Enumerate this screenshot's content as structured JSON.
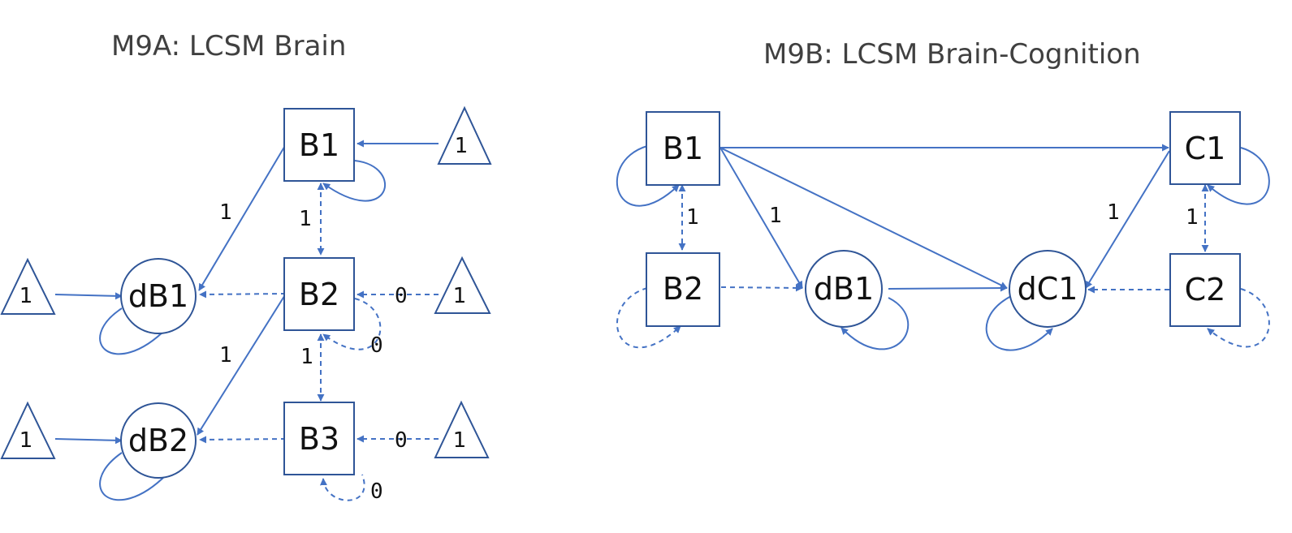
{
  "titles": {
    "left": "M9A: LCSM Brain",
    "right": "M9B: LCSM Brain-Cognition"
  },
  "left_model": {
    "nodes": {
      "B1": "B1",
      "B2": "B2",
      "B3": "B3",
      "dB1": "dB1",
      "dB2": "dB2"
    },
    "constants": [
      "1",
      "1",
      "1",
      "1",
      "1"
    ],
    "path_labels": {
      "b1_to_db1": "1",
      "b1_to_b2": "1",
      "b2_to_db2": "1",
      "b2_to_b3": "1",
      "const_to_b2": "0",
      "b2_variance": "0",
      "const_to_b3": "0",
      "b3_variance": "0"
    }
  },
  "right_model": {
    "nodes": {
      "B1": "B1",
      "B2": "B2",
      "C1": "C1",
      "C2": "C2",
      "dB1": "dB1",
      "dC1": "dC1"
    },
    "path_labels": {
      "b1_to_b2": "1",
      "b1_to_db1": "1",
      "c1_to_dc1": "1",
      "c1_to_c2": "1"
    }
  },
  "colors": {
    "edge": "#4472c4",
    "shape_outline": "#2f5597",
    "text": "#111111"
  }
}
